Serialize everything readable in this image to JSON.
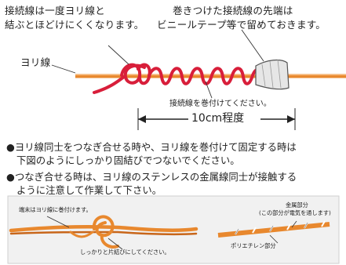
{
  "top_note_left": {
    "line1": "接続線は一度ヨリ線と",
    "line2": "結ぶとほどけにくくなります。"
  },
  "top_note_right": {
    "line1": "巻きつけた接続線の先端は",
    "line2": "ビニールテープ等で留めておきます。"
  },
  "label_yori": "ヨリ線",
  "label_wrap": "接続線を巻付けてください。",
  "measure": "10cm程度",
  "bullet1": {
    "mark": "●",
    "line1": "ヨリ線同士をつなぎ合せる時や、ヨリ線を巻付けて固定する時は",
    "line2": "下図のようにしっかり固結びでつないでください。"
  },
  "bullet2": {
    "mark": "●",
    "line1": "つなぎ合せる時は、ヨリ線のステンレスの金属線同士が接触する",
    "line2": "ように注意して作業して下さい。"
  },
  "label_end": "端末はヨリ線に巻付けます。",
  "label_knot": "しっかりと片結びにしてください。",
  "label_metal": {
    "line1": "金属部分",
    "line2": "(この部分が電気を通します)"
  },
  "label_poly": "ポリエチレン部分",
  "colors": {
    "wire": "#e8882e",
    "wire_dark": "#c8661a",
    "red": "#d81e3a",
    "tape": "#dcdcdc"
  }
}
